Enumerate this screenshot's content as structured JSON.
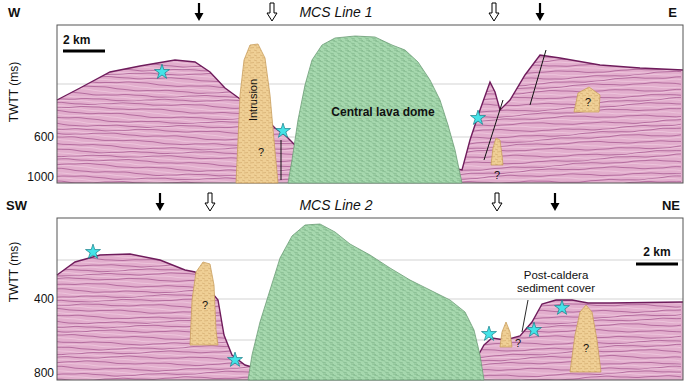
{
  "diagram": {
    "nodes": [
      {
        "text": [
          "Intrusion",
          "?"
        ]
      },
      {
        "text": [
          "Central lava dome"
        ]
      },
      {
        "text": [
          "?"
        ]
      },
      {
        "text": [
          "?"
        ]
      },
      {
        "text": [
          "?"
        ]
      },
      {
        "text": [
          "?"
        ]
      },
      {
        "text": [
          "?"
        ]
      }
    ],
    "labels": [
      "W",
      "MCS Line 1",
      "E",
      "2 km",
      "TWTT (ms)",
      "600",
      "1000",
      "SW",
      "MCS Line 2",
      "NE",
      "TWTT (ms)",
      "400",
      "800",
      "Post-caldera sediment cover",
      "2 km"
    ]
  }
}
